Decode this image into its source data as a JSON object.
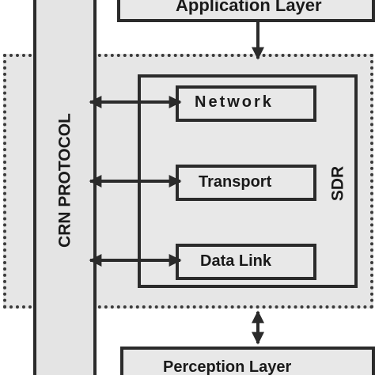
{
  "diagram": {
    "application_layer": "Application Layer",
    "perception_layer": "Perception Layer",
    "crn_protocol": "CRN PROTOCOL",
    "sdr": "SDR",
    "layers": {
      "network": "Network",
      "transport": "Transport",
      "data_link": "Data Link"
    }
  }
}
